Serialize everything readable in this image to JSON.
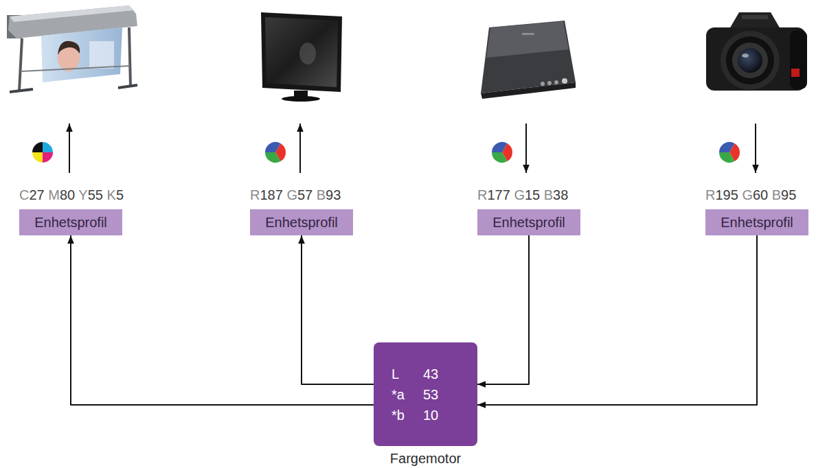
{
  "diagram": {
    "nodes": [
      {
        "text": [
          "C27 M80 Y55 K5",
          "Enhetsprofil"
        ]
      },
      {
        "text": [
          "R187 G57 B93",
          "Enhetsprofil"
        ]
      },
      {
        "text": [
          "R177 G15 B38",
          "Enhetsprofil"
        ]
      },
      {
        "text": [
          "R195 G60 B95",
          "Enhetsprofil"
        ]
      },
      {
        "text": [
          "L",
          "43",
          "*a",
          "53",
          "*b",
          "10",
          "Fargemotor"
        ]
      }
    ],
    "edges": [
      {
        "from": 4,
        "to": 0,
        "arrow": "to"
      },
      {
        "from": 4,
        "to": 1,
        "arrow": "to"
      },
      {
        "from": 2,
        "to": 4,
        "arrow": "to"
      },
      {
        "from": 3,
        "to": 4,
        "arrow": "to"
      }
    ]
  }
}
